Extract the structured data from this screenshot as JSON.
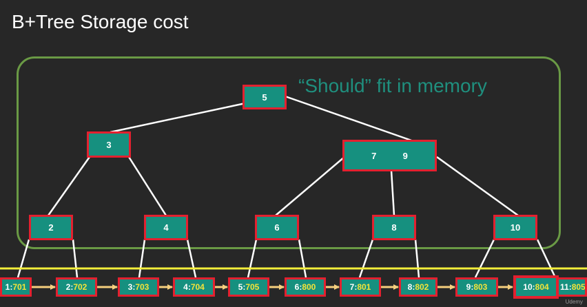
{
  "slide": {
    "title": "B+Tree Storage cost"
  },
  "memory": {
    "label": "“Should” fit in memory"
  },
  "tree": {
    "root": "5",
    "level2_left": "3",
    "level2_right": [
      "7",
      "9"
    ],
    "inner_leaves": [
      "2",
      "4",
      "6",
      "8",
      "10"
    ]
  },
  "leaves": [
    {
      "key": "1",
      "val": "701"
    },
    {
      "key": "2",
      "val": "702"
    },
    {
      "key": "3",
      "val": "703"
    },
    {
      "key": "4",
      "val": "704"
    },
    {
      "key": "5",
      "val": "705"
    },
    {
      "key": "6",
      "val": "800"
    },
    {
      "key": "7",
      "val": "801"
    },
    {
      "key": "8",
      "val": "802"
    },
    {
      "key": "9",
      "val": "803"
    },
    {
      "key": "10",
      "val": "804"
    },
    {
      "key": "11",
      "val": "805"
    }
  ],
  "watermark": "Udemy",
  "colors": {
    "node_fill": "#16907f",
    "node_border": "#e4202f",
    "memory_border": "#6a9a45",
    "divider_line": "#f3ee3a",
    "arrow": "#f6cf7e",
    "leaf_value_text": "#f4e43a"
  }
}
